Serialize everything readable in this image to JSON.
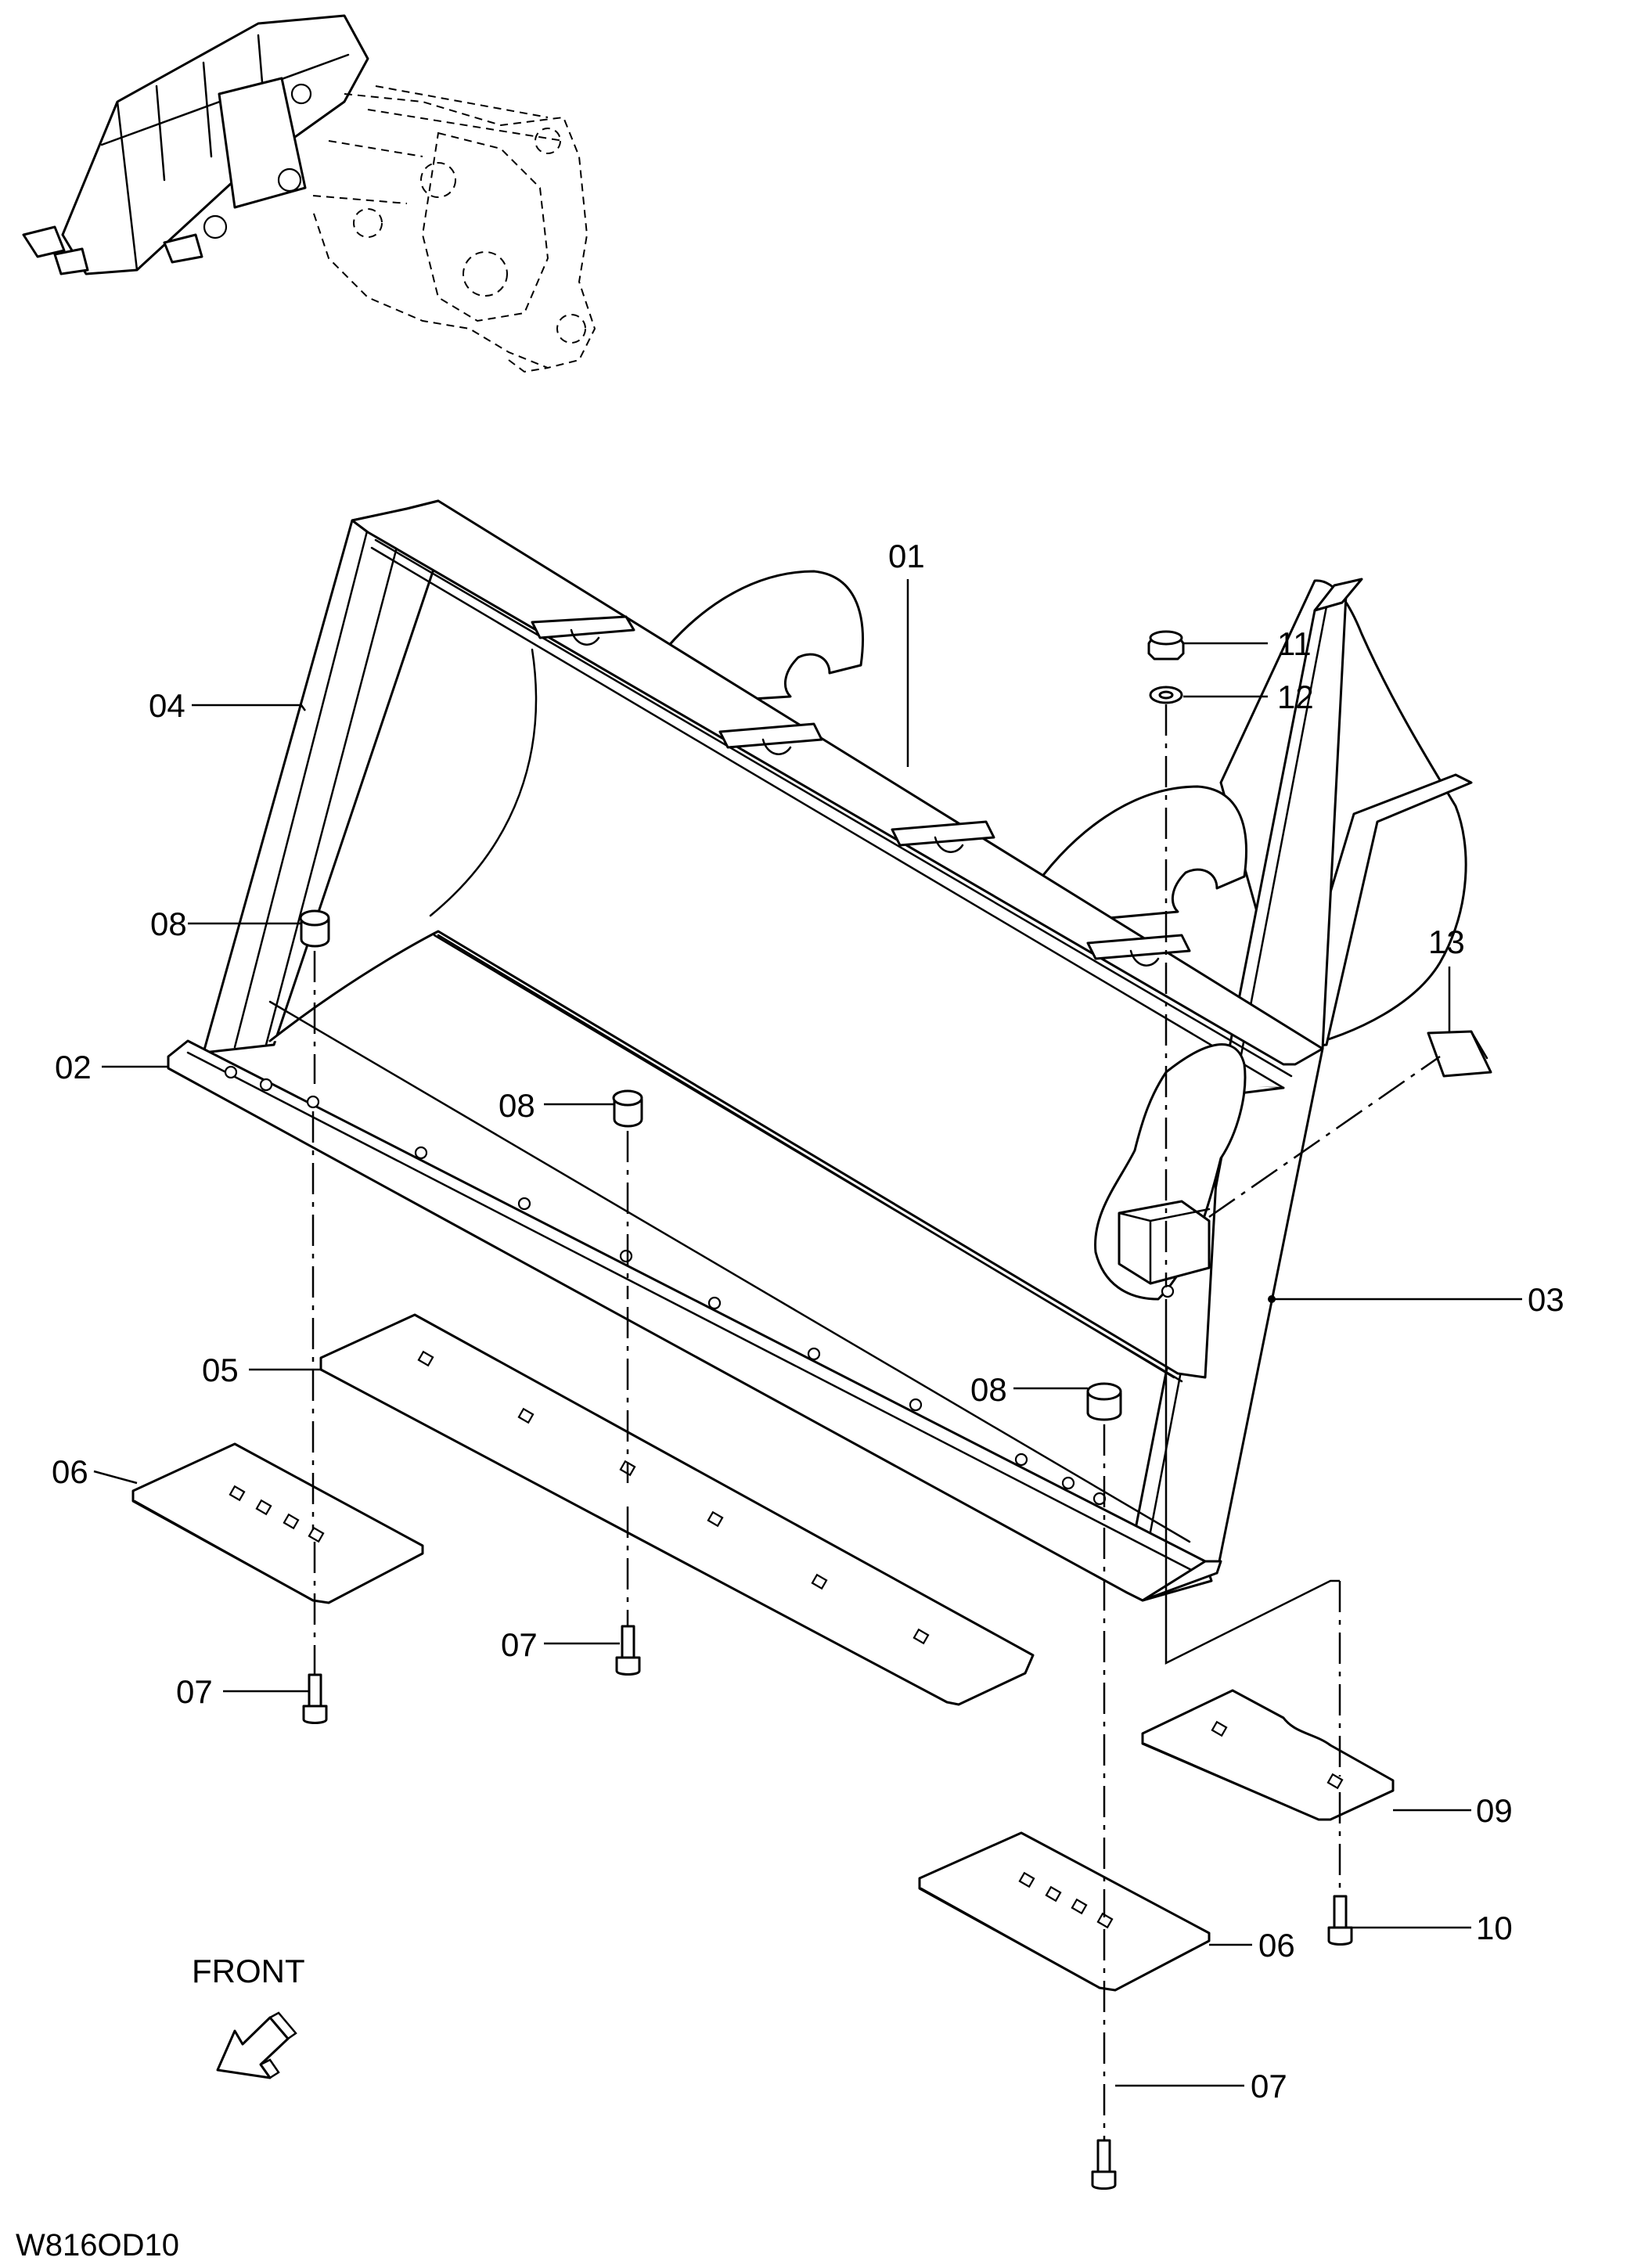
{
  "drawing_code": "W816OD10",
  "front_label": "FRONT",
  "callouts": {
    "c01": "01",
    "c02": "02",
    "c03": "03",
    "c04": "04",
    "c05": "05",
    "c06a": "06",
    "c06b": "06",
    "c07a": "07",
    "c07b": "07",
    "c07c": "07",
    "c08a": "08",
    "c08b": "08",
    "c08c": "08",
    "c09": "09",
    "c10": "10",
    "c11": "11",
    "c12": "12",
    "c13": "13"
  }
}
